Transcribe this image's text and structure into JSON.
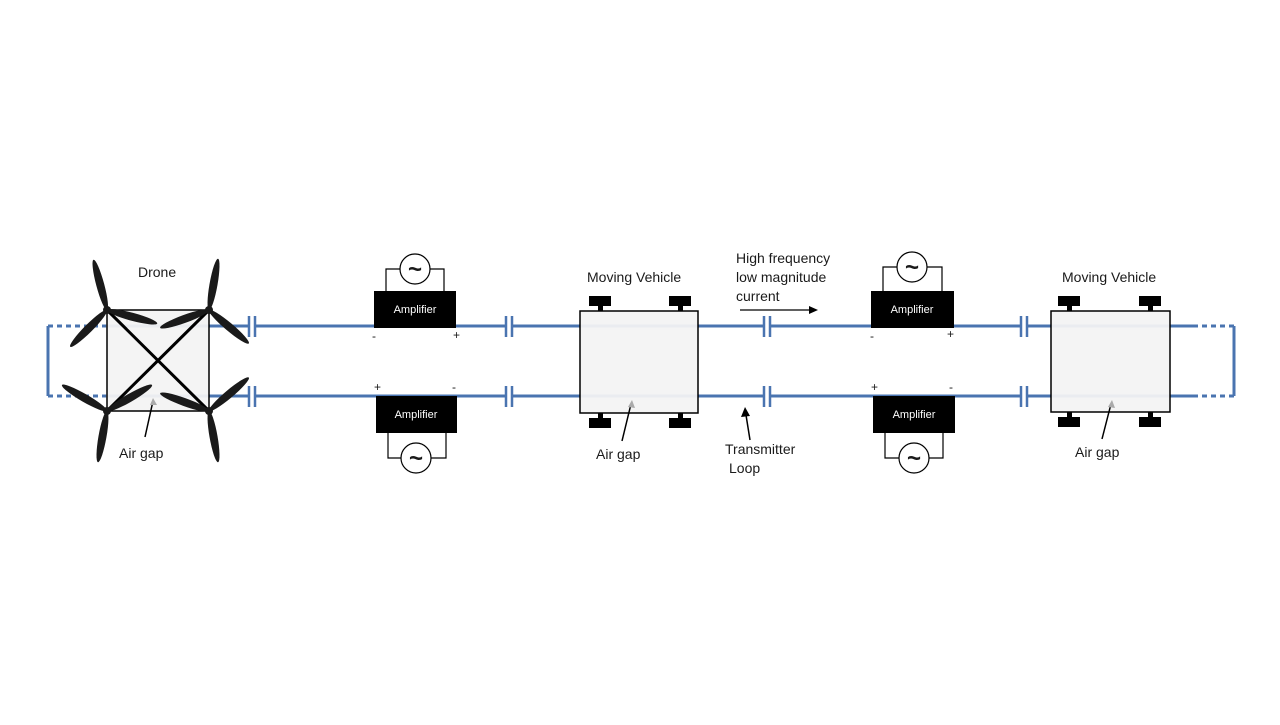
{
  "diagram": {
    "labels": {
      "drone": "Drone",
      "vehicle_1": "Moving Vehicle",
      "vehicle_2": "Moving Vehicle",
      "air_gap_1": "Air gap",
      "air_gap_2": "Air gap",
      "air_gap_3": "Air gap",
      "current_line_1": "High frequency",
      "current_line_2": "low magnitude",
      "current_line_3": "current",
      "loop_line_1": "Transmitter",
      "loop_line_2": "Loop"
    },
    "amplifiers": {
      "top_1": "Amplifier",
      "bottom_1": "Amplifier",
      "top_2": "Amplifier",
      "bottom_2": "Amplifier"
    },
    "source_symbol": "~",
    "signs": {
      "minus": "-",
      "plus": "+"
    },
    "colors": {
      "wire": "#4a74b0",
      "wire_light": "#b8c8e2",
      "device_fill": "#f2f2f2",
      "amplifier_fill": "#000000"
    }
  }
}
